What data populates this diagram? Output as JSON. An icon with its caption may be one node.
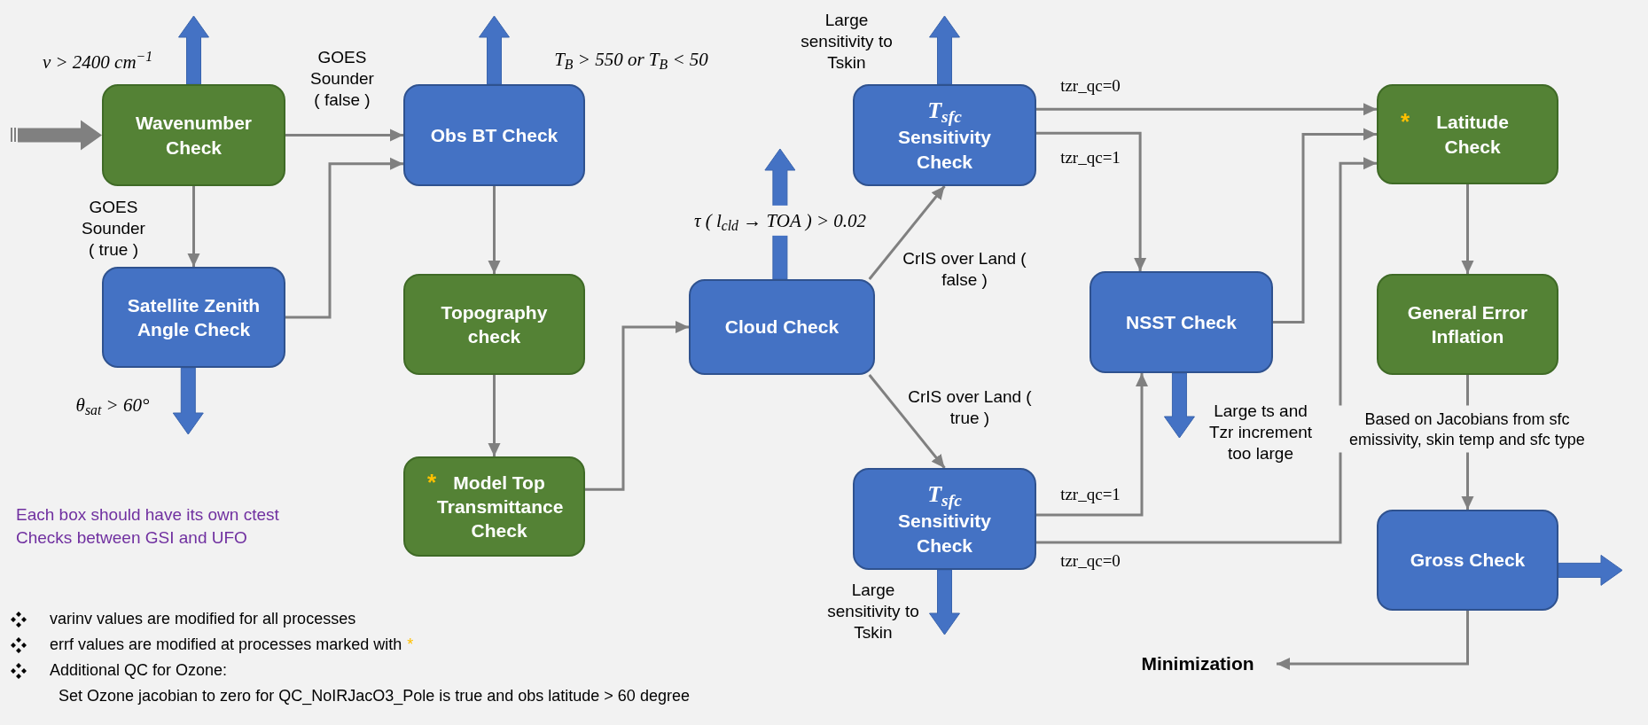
{
  "diagram": {
    "nodes": [
      {
        "text": [
          "Wavenumber Check"
        ]
      },
      {
        "text": [
          "Obs BT Check"
        ]
      },
      {
        "text": [
          "Satellite Zenith Angle Check"
        ]
      },
      {
        "text": [
          "Topography check"
        ]
      },
      {
        "text": [
          "*",
          "Model Top Transmittance Check"
        ]
      },
      {
        "text": [
          "Cloud Check"
        ]
      },
      {
        "text": [
          "T$_{sfc}$",
          "Sensitivity Check"
        ]
      },
      {
        "text": [
          "NSST Check"
        ]
      },
      {
        "text": [
          "T$_{sfc}$",
          "Sensitivity Check"
        ]
      },
      {
        "text": [
          "*",
          "Latitude Check"
        ]
      },
      {
        "text": [
          "General Error Inflation"
        ]
      },
      {
        "text": [
          "Gross Check"
        ]
      },
      {
        "text": [
          "Minimization"
        ]
      }
    ],
    "edges": [
      {
        "from": null,
        "to": 0,
        "arrow": "to",
        "style": "thick"
      },
      {
        "from": 0,
        "to": 1,
        "arrow": "to",
        "label": "GOES Sounder ( false )"
      },
      {
        "from": 0,
        "to": 2,
        "arrow": "to",
        "label": "GOES Sounder ( true )"
      },
      {
        "from": 2,
        "to": 1,
        "arrow": "to"
      },
      {
        "from": 1,
        "to": 3,
        "arrow": "to"
      },
      {
        "from": 3,
        "to": 4,
        "arrow": "to"
      },
      {
        "from": 4,
        "to": 5,
        "arrow": "to"
      },
      {
        "from": 5,
        "to": 6,
        "arrow": "to",
        "label": "CrIS  over Land ( false )"
      },
      {
        "from": 5,
        "to": 8,
        "arrow": "to",
        "label": "CrIS  over  Land ( true )"
      },
      {
        "from": 6,
        "to": 9,
        "arrow": "to",
        "label": "tzr_qc=0"
      },
      {
        "from": 6,
        "to": 7,
        "arrow": "to",
        "label": "tzr_qc=1"
      },
      {
        "from": 7,
        "to": 9,
        "arrow": "to"
      },
      {
        "from": 8,
        "to": 7,
        "arrow": "to",
        "label": "tzr_qc=1"
      },
      {
        "from": 8,
        "to": 9,
        "arrow": "to",
        "label": "tzr_qc=0"
      },
      {
        "from": 9,
        "to": 10,
        "arrow": "to"
      },
      {
        "from": 10,
        "to": 11,
        "arrow": "to",
        "label": "Based on Jacobians from sfc emissivity, skin temp and sfc type"
      },
      {
        "from": 11,
        "to": 12,
        "arrow": "to"
      },
      {
        "from": 0,
        "to": null,
        "arrow": "to",
        "style": "thick",
        "color": "#4472c4",
        "label": "ν > 2400 cm$^{−1}$"
      },
      {
        "from": 2,
        "to": null,
        "arrow": "to",
        "style": "thick",
        "color": "#4472c4",
        "label": "θ$_{sat}$ > 60°"
      },
      {
        "from": 1,
        "to": null,
        "arrow": "to",
        "style": "thick",
        "color": "#4472c4",
        "label": "T$_{B}$ > 550 or T$_{B}$ < 50"
      },
      {
        "from": 5,
        "to": null,
        "arrow": "to",
        "style": "thick",
        "color": "#4472c4",
        "label": "τ ( l$_{cld}$ → TOA ) > 0.02"
      },
      {
        "from": 6,
        "to": null,
        "arrow": "to",
        "style": "thick",
        "color": "#4472c4",
        "label": "Large sensitivity to Tskin"
      },
      {
        "from": 8,
        "to": null,
        "arrow": "to",
        "style": "thick",
        "color": "#4472c4",
        "label": "Large sensitivity to Tskin"
      },
      {
        "from": 7,
        "to": null,
        "arrow": "to",
        "style": "thick",
        "color": "#4472c4",
        "label": "Large ts  and Tzr increment too large"
      },
      {
        "from": 11,
        "to": null,
        "arrow": "to",
        "style": "thick",
        "color": "#4472c4"
      }
    ],
    "labels": [
      "Each box should have its own ctest Checks between GSI and UFO",
      "varinv values are modified for all processes",
      "errf values are modified at processes marked with",
      "*",
      "Additional QC for Ozone:",
      "Set Ozone jacobian to zero for QC_NoIRJacO3_Pole is true and obs latitude > 60 degree"
    ]
  }
}
